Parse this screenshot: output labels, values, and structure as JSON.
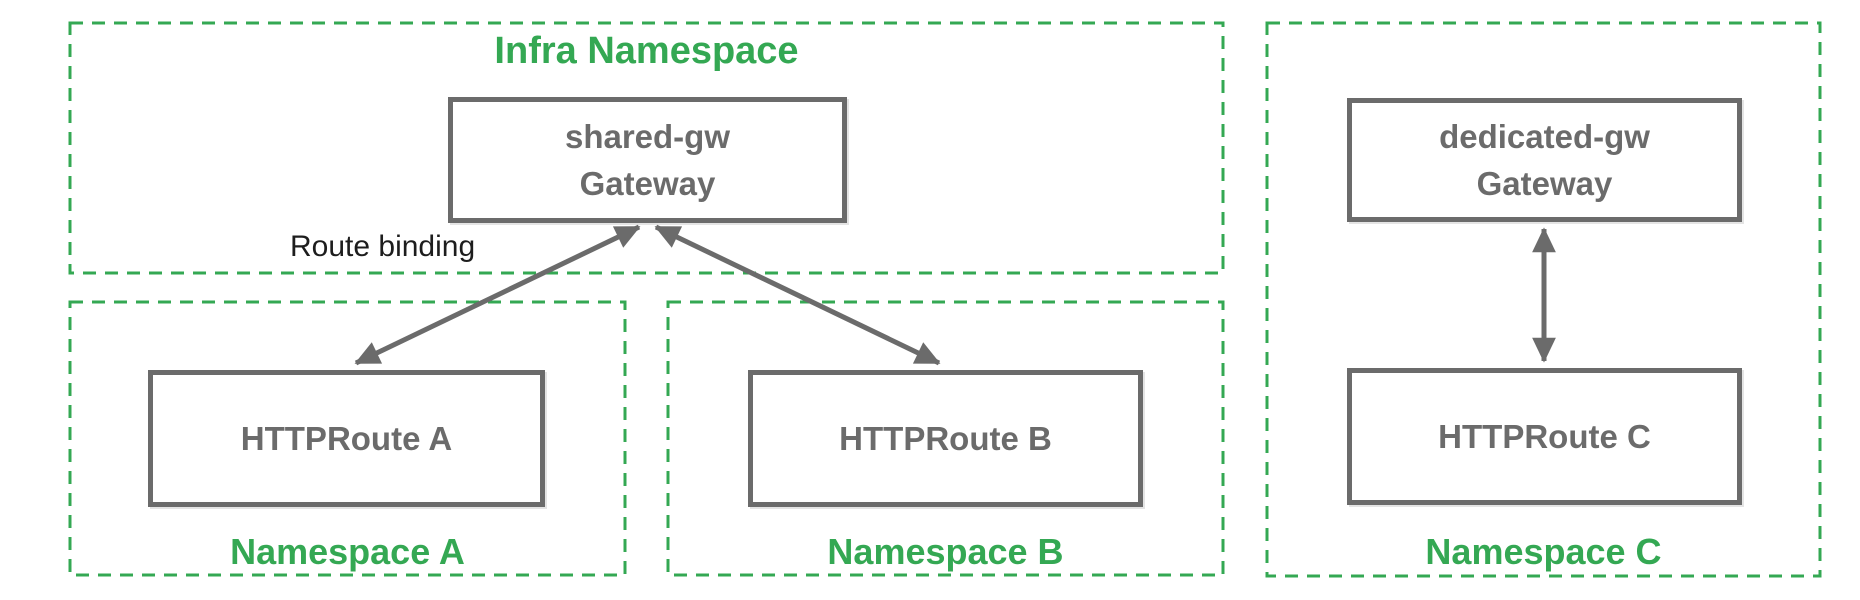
{
  "diagram": {
    "title_colors": {
      "namespace_green": "#34a853",
      "node_gray": "#6b6b6b",
      "edge_label_black": "#1d1d1d"
    },
    "namespaces": [
      {
        "id": "infra",
        "label": "Infra Namespace"
      },
      {
        "id": "a",
        "label": "Namespace A"
      },
      {
        "id": "b",
        "label": "Namespace B"
      },
      {
        "id": "c",
        "label": "Namespace C"
      }
    ],
    "nodes": [
      {
        "id": "shared-gw",
        "line1": "shared-gw",
        "line2": "Gateway"
      },
      {
        "id": "dedicated-gw",
        "line1": "dedicated-gw",
        "line2": "Gateway"
      },
      {
        "id": "route-a",
        "label": "HTTPRoute A"
      },
      {
        "id": "route-b",
        "label": "HTTPRoute B"
      },
      {
        "id": "route-c",
        "label": "HTTPRoute C"
      }
    ],
    "edges": [
      {
        "id": "gw-route-a",
        "from": "shared-gw",
        "to": "route-a",
        "style": "double-arrow"
      },
      {
        "id": "gw-route-b",
        "from": "shared-gw",
        "to": "route-b",
        "style": "double-arrow"
      },
      {
        "id": "gw-route-c",
        "from": "dedicated-gw",
        "to": "route-c",
        "style": "double-arrow"
      }
    ],
    "edge_label": "Route binding"
  }
}
